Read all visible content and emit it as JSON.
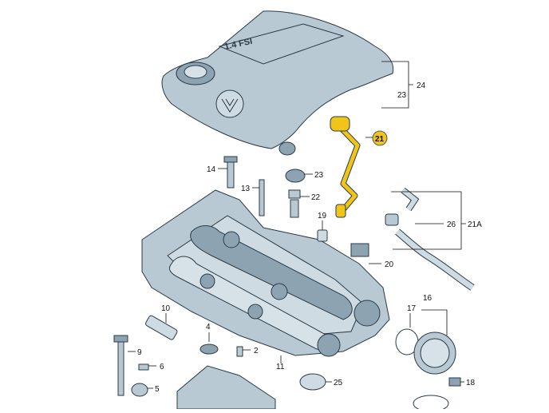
{
  "cover_text": "1.4 FSI",
  "highlight_color": "#f0c419",
  "part_color": "#b9c9d4",
  "part_dark": "#8ea3b2",
  "callouts": {
    "c24": "24",
    "c23": "23",
    "c21": "21",
    "c14": "14",
    "c23b": "23",
    "c13": "13",
    "c22": "22",
    "c19": "19",
    "c26": "26",
    "c21a": "21A",
    "c20": "20",
    "c10": "10",
    "c17": "17",
    "c16": "16",
    "c4": "4",
    "c9": "9",
    "c2": "2",
    "c6": "6",
    "c11": "11",
    "c5": "5",
    "c25": "25",
    "c18": "18"
  }
}
